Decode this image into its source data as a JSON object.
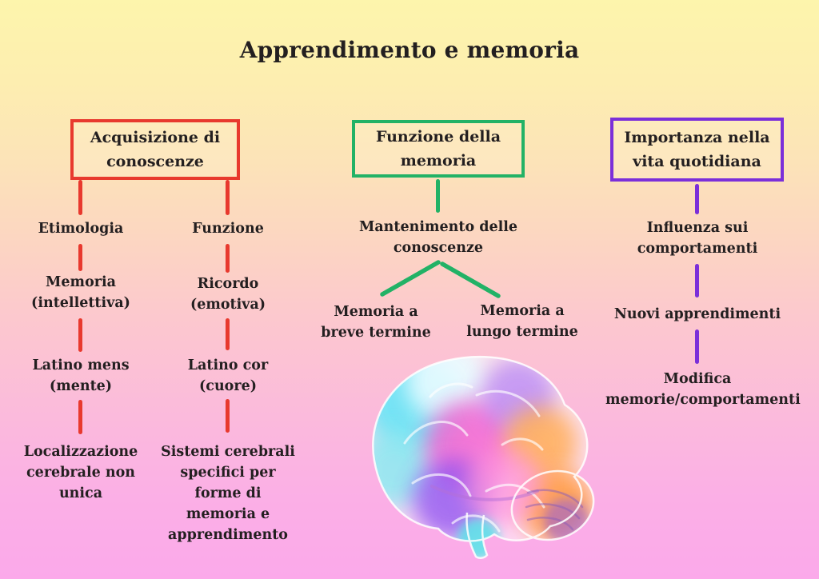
{
  "title": "Apprendimento e memoria",
  "colors": {
    "accent_red": "#e8392e",
    "accent_green": "#22b266",
    "accent_purple": "#7b2fd9",
    "text_ink": "#231f20",
    "background_top": "#fdf5ac",
    "background_bottom": "#fba9ea"
  },
  "branches": {
    "acquisizione": {
      "box_label": "Acquisizione di conoscenze",
      "left_items": {
        "0": "Etimologia",
        "1": "Memoria (intellettiva)",
        "2": "Latino mens (mente)",
        "3": "Localizzazione cerebrale non unica"
      },
      "right_items": {
        "0": "Funzione",
        "1": "Ricordo (emotiva)",
        "2": "Latino cor (cuore)",
        "3": "Sistemi cerebrali specifici per forme di memoria e apprendimento"
      }
    },
    "funzione": {
      "box_label": "Funzione della memoria",
      "child": "Mantenimento delle conoscenze",
      "leaves": {
        "0": "Memoria a breve termine",
        "1": "Memoria a lungo termine"
      }
    },
    "importanza": {
      "box_label": "Importanza nella vita quotidiana",
      "items": {
        "0": "Influenza sui comportamenti",
        "1": "Nuovi apprendimenti",
        "2": "Modifica memorie/comportamenti"
      }
    }
  },
  "icons": {
    "brain": "holographic-brain-image"
  }
}
